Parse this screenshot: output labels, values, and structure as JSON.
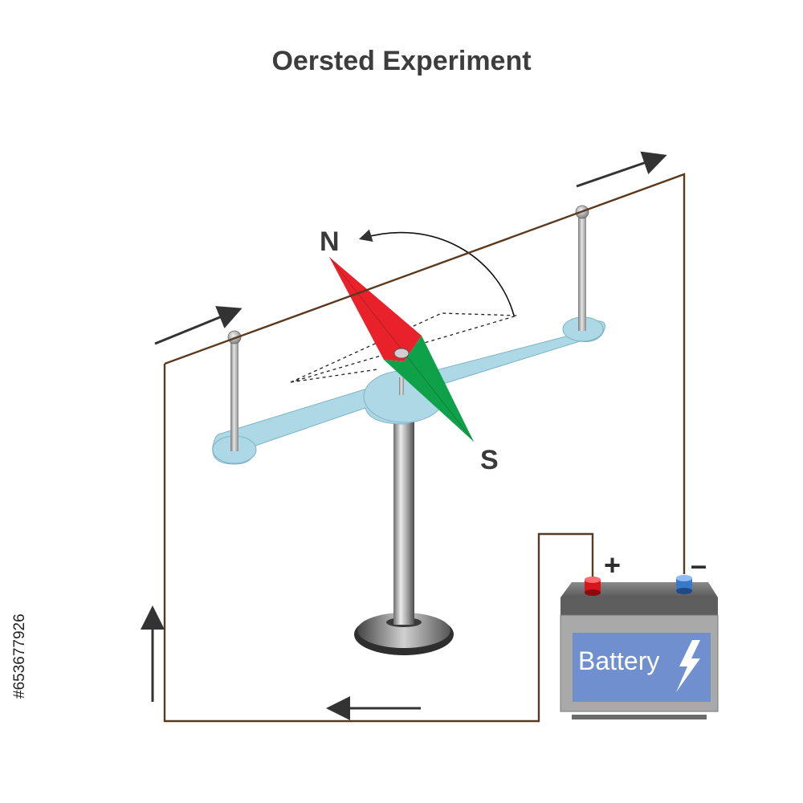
{
  "title": "Oersted Experiment",
  "labels": {
    "north": "N",
    "south": "S",
    "positive": "+",
    "negative": "–",
    "battery": "Battery",
    "stock_id": "#653677926"
  },
  "colors": {
    "wire": "#5a3a1e",
    "stand_plate": "#add8e6",
    "needle_north": "#e8212a",
    "needle_south": "#0fa04a",
    "battery_label_bg": "#6f8fcf",
    "terminal_positive": "#d8141c",
    "terminal_negative": "#3a78c8",
    "arrow": "#333333"
  },
  "icons": {
    "lightning": "lightning-bolt-icon",
    "current_arrow": "arrow-icon"
  }
}
